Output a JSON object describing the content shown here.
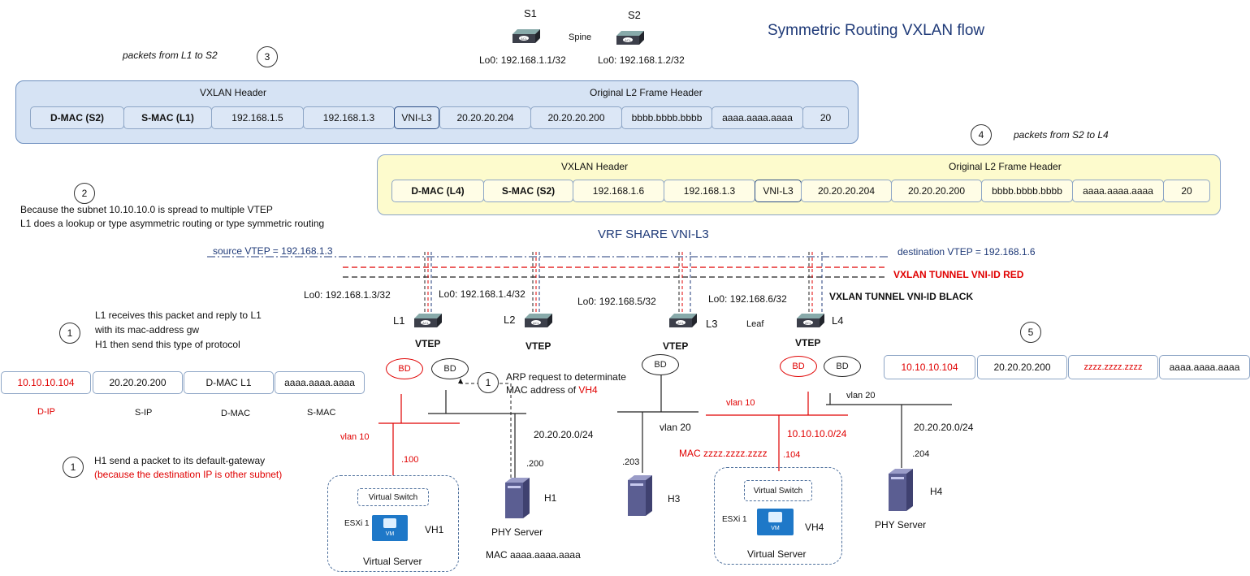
{
  "title": "Symmetric Routing VXLAN flow",
  "vrf_label": "VRF SHARE VNI-L3",
  "spine": {
    "label": "Spine",
    "s1": {
      "name": "S1",
      "lo0": "Lo0: 192.168.1.1/32"
    },
    "s2": {
      "name": "S2",
      "lo0": "Lo0: 192.168.1.2/32"
    }
  },
  "step3": {
    "num": "3",
    "caption": "packets from L1 to S2",
    "vxlan_header": "VXLAN Header",
    "l2_header": "Original L2 Frame Header",
    "cells": [
      "D-MAC (S2)",
      "S-MAC (L1)",
      "192.168.1.5",
      "192.168.1.3",
      "VNI-L3",
      "20.20.20.204",
      "20.20.20.200",
      "bbbb.bbbb.bbbb",
      "aaaa.aaaa.aaaa",
      "20"
    ]
  },
  "step4": {
    "num": "4",
    "caption": "packets from S2 to L4",
    "vxlan_header": "VXLAN Header",
    "l2_header": "Original L2 Frame Header",
    "cells": [
      "D-MAC (L4)",
      "S-MAC (S2)",
      "192.168.1.6",
      "192.168.1.3",
      "VNI-L3",
      "20.20.20.204",
      "20.20.20.200",
      "bbbb.bbbb.bbbb",
      "aaaa.aaaa.aaaa",
      "20"
    ]
  },
  "step2": {
    "num": "2",
    "line1": "Because the subnet 10.10.10.0  is spread to multiple VTEP",
    "line2": "L1 does a lookup or type asymmetric routing or type symmetric routing"
  },
  "tunnels": {
    "source_vtep": "source VTEP = 192.168.1.3",
    "dest_vtep": "destination VTEP = 192.168.1.6",
    "red": "VXLAN TUNNEL VNI-ID RED",
    "black": "VXLAN TUNNEL VNI-ID BLACK"
  },
  "leaves": {
    "l1": {
      "name": "L1",
      "lo0": "Lo0: 192.168.1.3/32",
      "vtep": "VTEP"
    },
    "l2": {
      "name": "L2",
      "lo0": "Lo0: 192.168.1.4/32",
      "vtep": "VTEP"
    },
    "l3": {
      "name": "L3",
      "lo0": "Lo0: 192.168.5/32",
      "vtep": "VTEP"
    },
    "l4": {
      "name": "L4",
      "lo0": "Lo0: 192.168.6/32",
      "vtep": "VTEP"
    },
    "leaf_label": "Leaf"
  },
  "bd": "BD",
  "step1a": {
    "num": "1",
    "line1": "L1 receives this packet and reply to L1",
    "line2": "with its mac-address gw",
    "line3": "H1 then send this type of protocol"
  },
  "step1_packet": {
    "cells": [
      "10.10.10.104",
      "20.20.20.200",
      "D-MAC L1",
      "aaaa.aaaa.aaaa"
    ],
    "labels": [
      "D-IP",
      "S-IP",
      "D-MAC",
      "S-MAC"
    ]
  },
  "step1b": {
    "num": "1",
    "line1": "H1 send a packet to its default-gateway",
    "line2": "(because the destination IP is other subnet)"
  },
  "step1c": {
    "num": "1",
    "line1": "ARP request to determinate",
    "line2_prefix": "MAC address of ",
    "line2_hl": "VH4"
  },
  "step5": {
    "num": "5",
    "cells": [
      "10.10.10.104",
      "20.20.20.200",
      "zzzz.zzzz.zzzz",
      "aaaa.aaaa.aaaa"
    ]
  },
  "segments": {
    "vlan10_left": "vlan 10",
    "vlan20_l3": "vlan 20",
    "vlan10_right": "vlan 10",
    "vlan20_right": "vlan 20",
    "subnet_left": "20.20.20.0/24",
    "subnet_right": "20.20.20.0/24",
    "subnet_red": "10.10.10.0/24",
    "mac_zz": "MAC zzzz.zzzz.zzzz"
  },
  "hosts": {
    "vh1": {
      "name": "VH1",
      "ip": ".100",
      "esxi": "ESXi 1",
      "vswitch": "Virtual Switch",
      "caption": "Virtual Server",
      "vm": "VM"
    },
    "h1": {
      "name": "H1",
      "ip": ".200",
      "caption": "PHY Server",
      "mac": "MAC aaaa.aaaa.aaaa"
    },
    "h3": {
      "name": "H3",
      "ip": ".203"
    },
    "vh4": {
      "name": "VH4",
      "ip": ".104",
      "esxi": "ESXi 1",
      "vswitch": "Virtual Switch",
      "caption": "Virtual Server",
      "vm": "VM"
    },
    "h4": {
      "name": "H4",
      "ip": ".204",
      "caption": "PHY Server"
    }
  },
  "device_badge": "ACL",
  "colors": {
    "title_navy": "#1f3a78",
    "red": "#e00000",
    "panel_blue": "#d6e3f4",
    "panel_yellow": "#fdfbcd",
    "server_purple": "#5b5e92",
    "vm_blue": "#1e78c8"
  }
}
